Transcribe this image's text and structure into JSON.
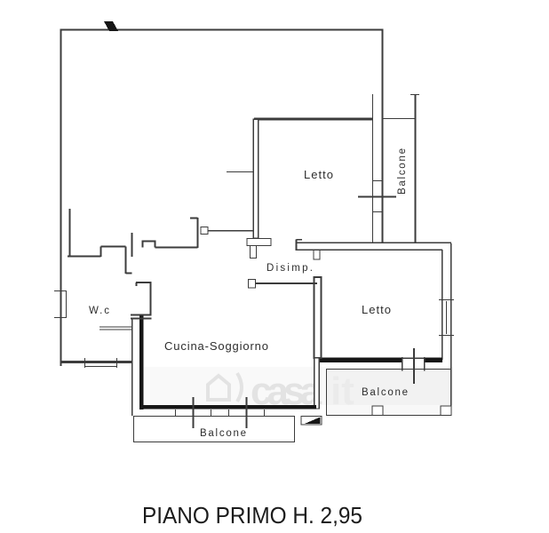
{
  "plan": {
    "title": "PIANO PRIMO H. 2,95",
    "rooms": {
      "letto_top": "Letto",
      "letto_right": "Letto",
      "disimpegno": "Disimp.",
      "wc": "W.c",
      "cucina_soggiorno": "Cucina-Soggiorno",
      "balcone_right": "Balcone",
      "balcone_letto": "Balcone",
      "balcone_cucina": "Balcone"
    },
    "watermark": {
      "main": "casa",
      "suffix": "it"
    },
    "colors": {
      "line": "#3c3c3c",
      "wall_fill": "#161616",
      "label": "#2e2e2e",
      "watermark": "#e3e3e3",
      "background": "#ffffff"
    }
  }
}
